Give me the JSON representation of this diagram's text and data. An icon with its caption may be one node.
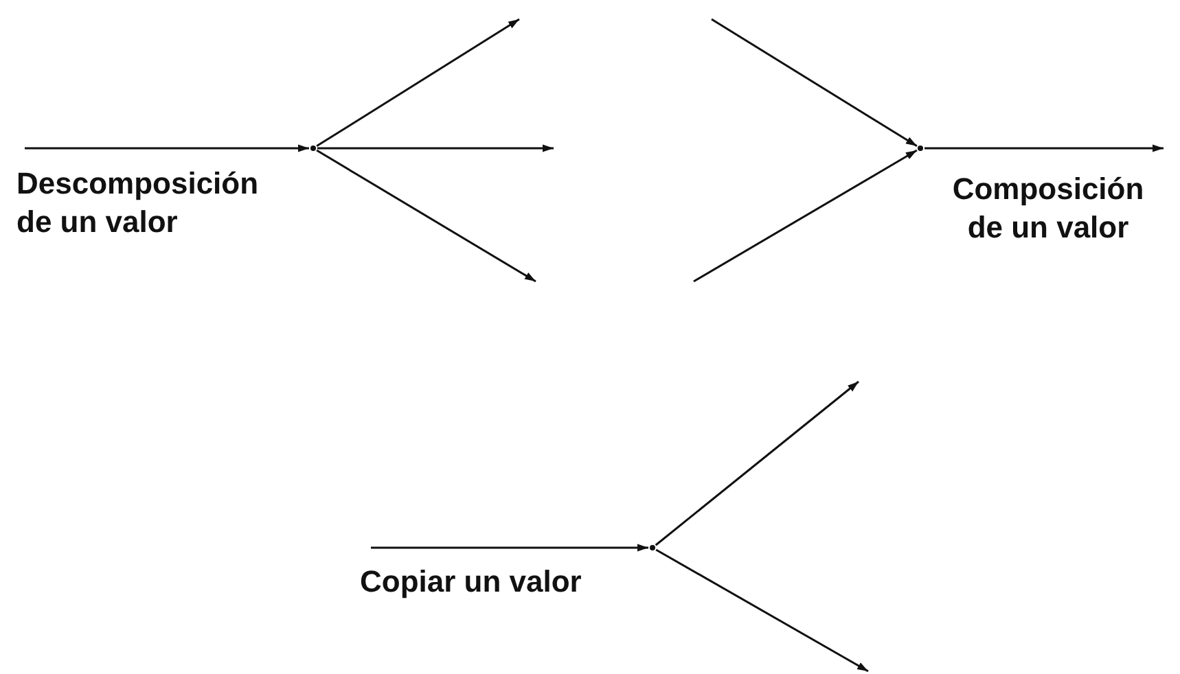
{
  "diagram": {
    "nodes": [
      {
        "text": [],
        "shape": "dot",
        "beside": [
          "Descomposición de un valor"
        ]
      },
      {
        "text": [],
        "shape": "dot",
        "beside": [
          "Composición de un valor"
        ]
      },
      {
        "text": [],
        "shape": "dot",
        "beside": [
          "Copiar un valor"
        ]
      }
    ],
    "edges": [
      {
        "from": null,
        "to": 0,
        "arrow": "to"
      },
      {
        "from": 0,
        "to": null,
        "arrow": "to"
      },
      {
        "from": 0,
        "to": null,
        "arrow": "to"
      },
      {
        "from": 0,
        "to": null,
        "arrow": "to"
      },
      {
        "from": null,
        "to": 1,
        "arrow": "to"
      },
      {
        "from": null,
        "to": 1,
        "arrow": "to"
      },
      {
        "from": 1,
        "to": null,
        "arrow": "to"
      },
      {
        "from": null,
        "to": 2,
        "arrow": "to"
      },
      {
        "from": 2,
        "to": null,
        "arrow": "to"
      },
      {
        "from": 2,
        "to": null,
        "arrow": "to"
      }
    ]
  }
}
